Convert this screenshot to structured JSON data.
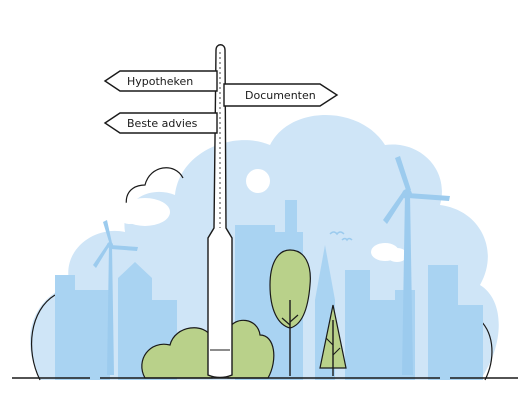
{
  "signs": {
    "top_left": "Hypotheken",
    "right": "Documenten",
    "bottom_left": "Beste advies"
  },
  "colors": {
    "sky_blue": "#cfe5f7",
    "building_blue": "#a9d3f2",
    "windmill_blue": "#9ccbee",
    "tree_green": "#b9d18a",
    "outline": "#1a1a1a",
    "cloud_white": "#ffffff"
  }
}
